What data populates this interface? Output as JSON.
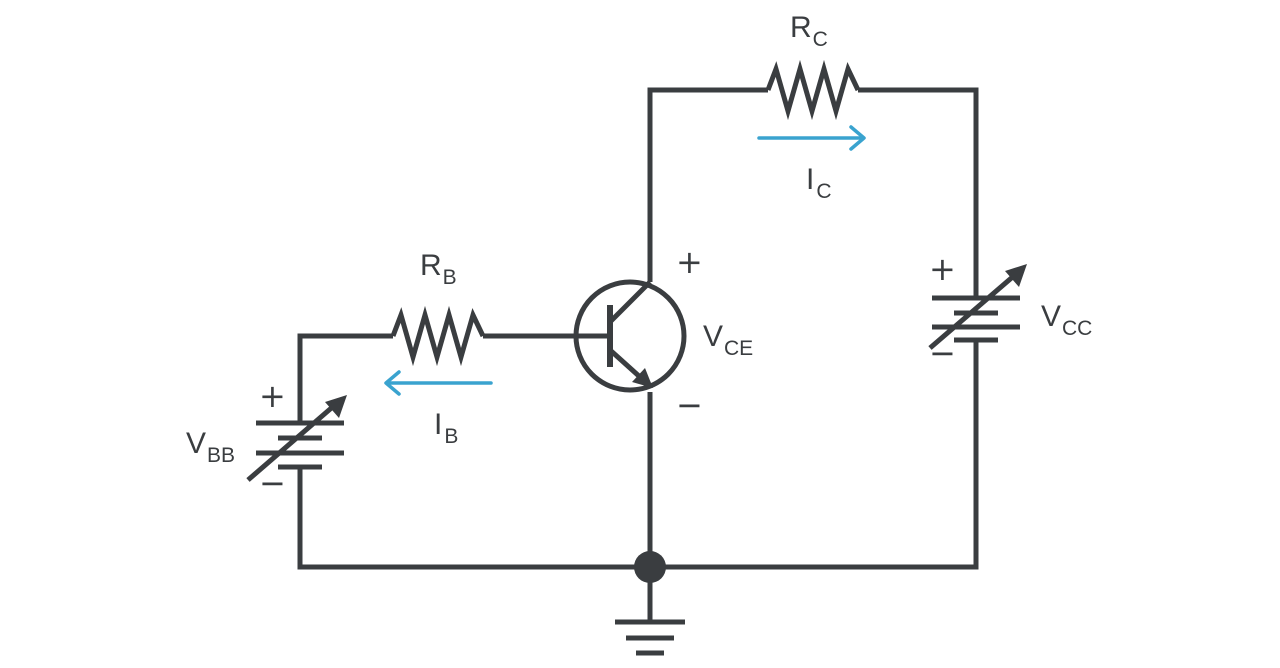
{
  "labels": {
    "rc": {
      "main": "R",
      "sub": "C"
    },
    "ic": {
      "main": "I",
      "sub": "C"
    },
    "rb": {
      "main": "R",
      "sub": "B"
    },
    "ib": {
      "main": "I",
      "sub": "B"
    },
    "vce": {
      "main": "V",
      "sub": "CE"
    },
    "vcc": {
      "main": "V",
      "sub": "CC"
    },
    "vbb": {
      "main": "V",
      "sub": "BB"
    }
  },
  "signs": {
    "vce_plus": "+",
    "vce_minus": "−",
    "vcc_plus": "+",
    "vcc_minus": "−",
    "vbb_plus": "+",
    "vbb_minus": "−"
  },
  "colors": {
    "wire": "#3a3d40",
    "current_arrow": "#3aa3cf",
    "background": "#ffffff"
  }
}
